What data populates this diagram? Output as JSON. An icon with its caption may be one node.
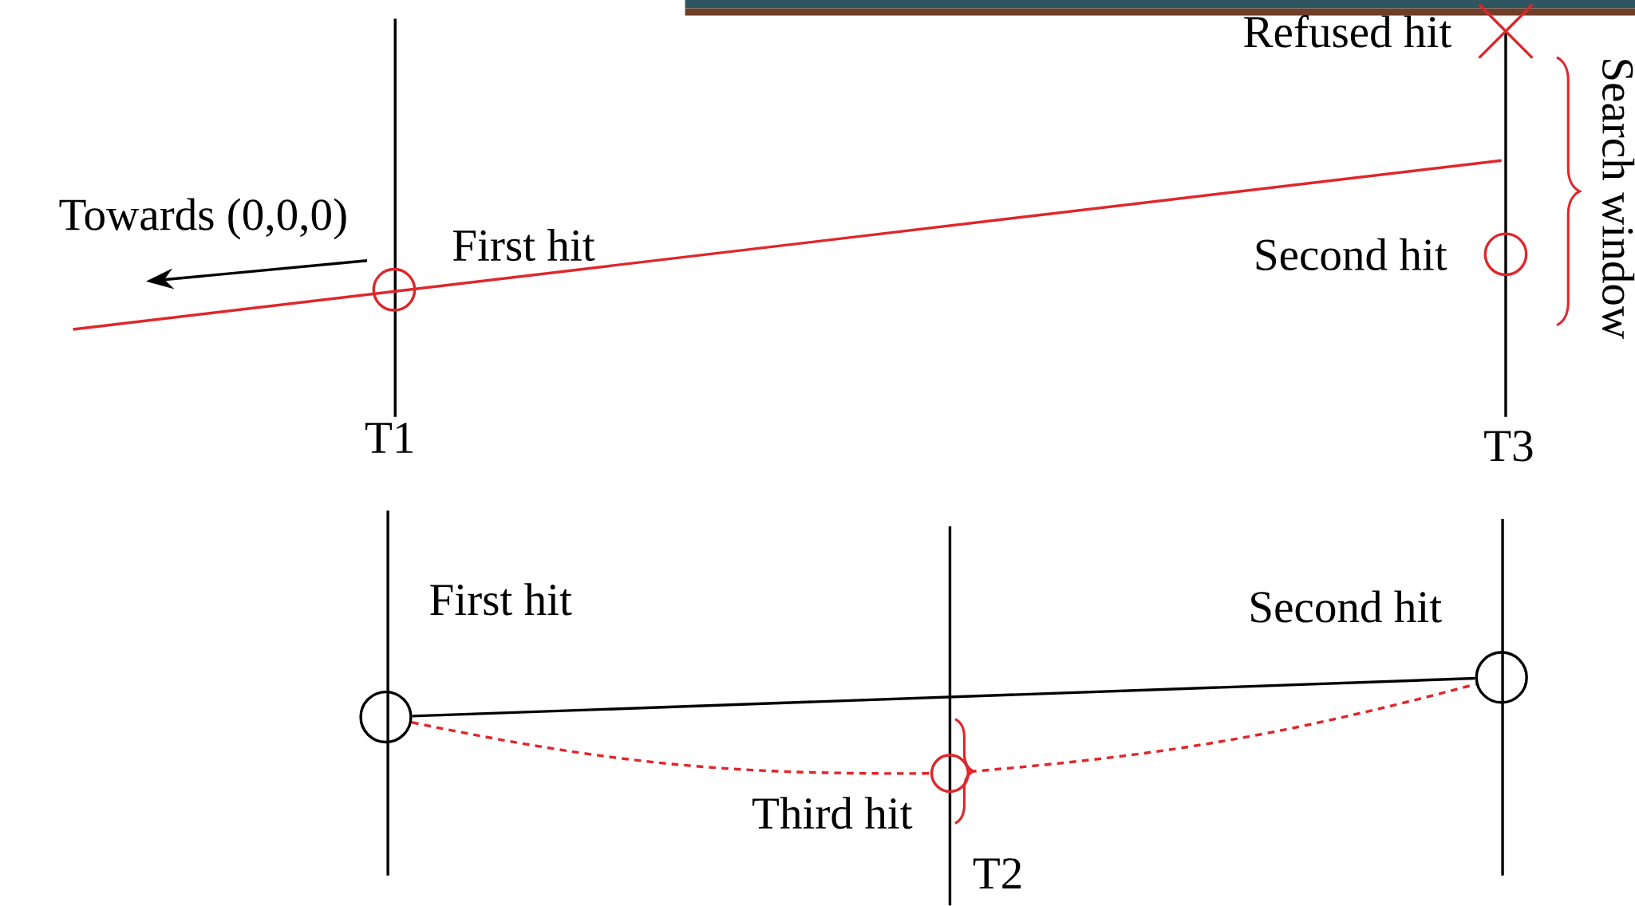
{
  "diagram": {
    "nodes": [
      {
        "text": [],
        "shape": "circle",
        "beside": [
          "First hit"
        ]
      },
      {
        "text": [],
        "shape": "cross",
        "beside": [
          "Refused hit"
        ]
      },
      {
        "text": [],
        "shape": "circle",
        "beside": [
          "Second hit"
        ]
      },
      {
        "text": [],
        "shape": "circle",
        "beside": [
          "First hit"
        ]
      },
      {
        "text": [],
        "shape": "circle",
        "beside": [
          "Third hit"
        ]
      },
      {
        "text": [],
        "shape": "circle",
        "beside": [
          "Second hit"
        ]
      }
    ],
    "edges": [
      {
        "from": 3,
        "to": 5,
        "arrow": "none",
        "color": "#000000"
      },
      {
        "from": 3,
        "to": 4,
        "arrow": "none",
        "style": "dashed",
        "color": "#e0262a"
      },
      {
        "from": 4,
        "to": 5,
        "arrow": "none",
        "style": "dashed",
        "color": "#e0262a"
      }
    ],
    "labels": [
      "Towards (0,0,0)",
      "T1",
      "T3",
      "Search window",
      "T2"
    ]
  }
}
